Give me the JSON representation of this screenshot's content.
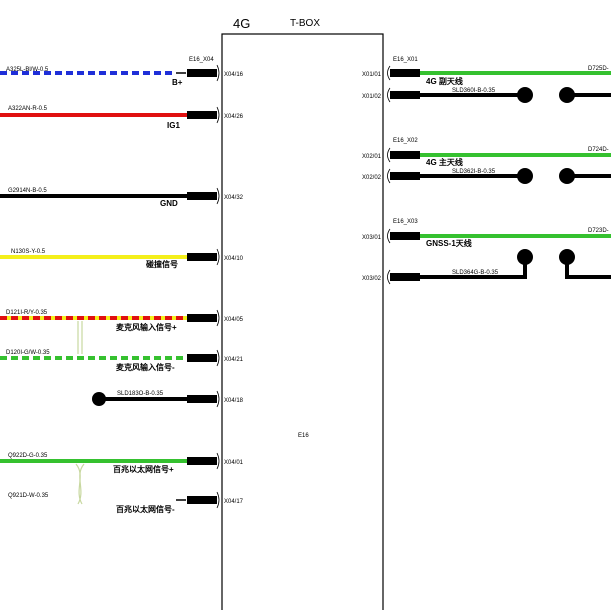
{
  "module": {
    "title_4g": "4G",
    "title_tbox": "T-BOX",
    "center_label": "E16"
  },
  "colors": {
    "blue": "#1f2fd8",
    "red": "#e01010",
    "black": "#000000",
    "yellow": "#f4ef1a",
    "green": "#35c12f",
    "twist": "#c8d8a0"
  },
  "connectors": {
    "left": "E16_X04",
    "right": [
      "E16_X01",
      "E16_X02",
      "E16_X03"
    ]
  },
  "left_pins": [
    {
      "wire": "A325L-Bl/W-0.5",
      "signal": "B+",
      "pin": "X04/16"
    },
    {
      "wire": "A322AN-R-0.5",
      "signal": "IG1",
      "pin": "X04/26"
    },
    {
      "wire": "G2914N-B-0.5",
      "signal": "GND",
      "pin": "X04/32"
    },
    {
      "wire": "N130S-Y-0.5",
      "signal": "碰撞信号",
      "pin": "X04/10"
    },
    {
      "wire": "D121I-R/Y-0.35",
      "signal": "麦克风输入信号+",
      "pin": "X04/05"
    },
    {
      "wire": "D120I-G/W-0.35",
      "signal": "麦克风输入信号-",
      "pin": "X04/21"
    },
    {
      "wire": "SLD183O-B-0.35",
      "signal": "",
      "pin": "X04/18"
    },
    {
      "wire": "Q922D-G-0.35",
      "signal": "百兆以太网信号+",
      "pin": "X04/01"
    },
    {
      "wire": "Q921D-W-0.35",
      "signal": "百兆以太网信号-",
      "pin": "X04/17"
    }
  ],
  "right_pins": [
    {
      "pin_a": "X01/01",
      "pin_b": "X01/02",
      "signal": "4G 副天线",
      "wire": "D725D-",
      "shield": "SLD360I-B-0.35"
    },
    {
      "pin_a": "X02/01",
      "pin_b": "X02/02",
      "signal": "4G 主天线",
      "wire": "D724D-",
      "shield": "SLD362I-B-0.35"
    },
    {
      "pin_a": "X03/01",
      "pin_b": "X03/02",
      "signal": "GNSS-1天线",
      "wire": "D723D-",
      "shield": "SLD364G-B-0.35"
    }
  ]
}
